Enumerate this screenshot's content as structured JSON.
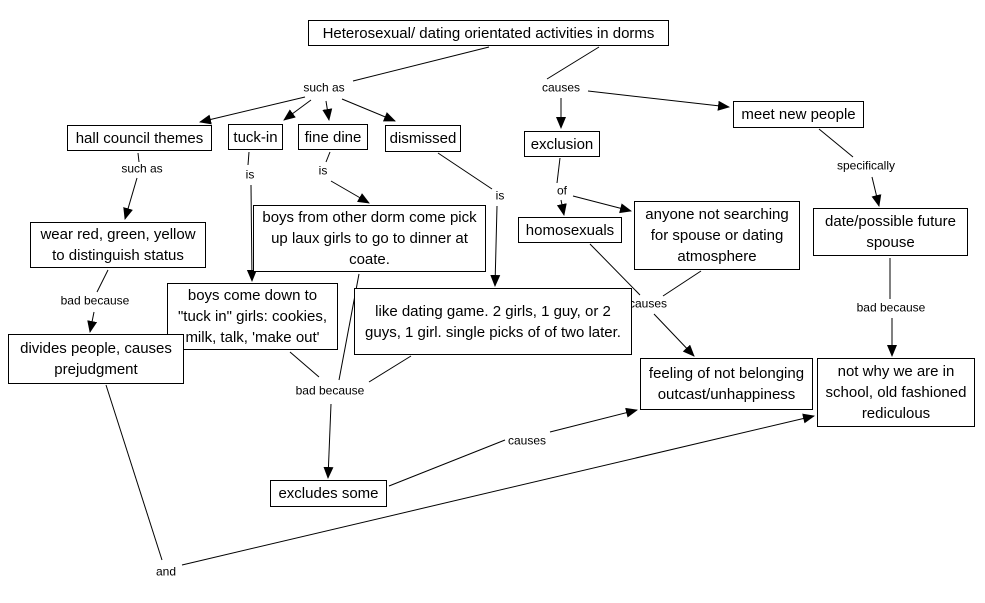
{
  "diagram": {
    "nodes": {
      "root": {
        "label": "Heterosexual/ dating orientated activities in dorms"
      },
      "hall_council": {
        "label": "hall council themes"
      },
      "tuck_in": {
        "label": "tuck-in"
      },
      "fine_dine": {
        "label": "fine dine"
      },
      "dismissed": {
        "label": "dismissed"
      },
      "exclusion": {
        "label": "exclusion"
      },
      "meet_new_people": {
        "label": "meet new people"
      },
      "wear_red": {
        "label": "wear red, green, yellow to distinguish status"
      },
      "laux": {
        "label": "boys from other dorm come pick up laux girls to go to dinner at coate."
      },
      "tuck_in_detail": {
        "label": "boys come down to \"tuck in\" girls: cookies, milk, talk, 'make out'"
      },
      "dating_game": {
        "label": "like dating game. 2 girls, 1 guy, or 2 guys, 1 girl. single picks of of two later."
      },
      "homosexuals": {
        "label": "homosexuals"
      },
      "anyone": {
        "label": "anyone not searching for spouse or dating atmosphere"
      },
      "date_spouse": {
        "label": "date/possible future spouse"
      },
      "divides": {
        "label": "divides people, causes prejudgment"
      },
      "feeling": {
        "label": "feeling of not belonging outcast/unhappiness"
      },
      "not_why": {
        "label": "not why we are in school, old fashioned rediculous"
      },
      "excludes": {
        "label": "excludes some"
      }
    },
    "edge_labels": {
      "such_as_1": "such as",
      "causes_1": "causes",
      "such_as_2": "such as",
      "is_1": "is",
      "is_2": "is",
      "is_3": "is",
      "of": "of",
      "specifically": "specifically",
      "bad_because_left": "bad because",
      "bad_because_mid": "bad because",
      "bad_because_right": "bad because",
      "causes_2": "causes",
      "causes_3": "causes",
      "and": "and"
    },
    "relations": [
      {
        "from": [
          "root"
        ],
        "label": "such as",
        "to": [
          "hall_council",
          "tuck_in",
          "fine_dine",
          "dismissed"
        ]
      },
      {
        "from": [
          "root"
        ],
        "label": "causes",
        "to": [
          "exclusion",
          "meet_new_people"
        ]
      },
      {
        "from": [
          "hall_council"
        ],
        "label": "such as",
        "to": [
          "wear_red"
        ]
      },
      {
        "from": [
          "tuck_in"
        ],
        "label": "is",
        "to": [
          "tuck_in_detail"
        ]
      },
      {
        "from": [
          "fine_dine"
        ],
        "label": "is",
        "to": [
          "laux"
        ]
      },
      {
        "from": [
          "dismissed"
        ],
        "label": "is",
        "to": [
          "dating_game"
        ]
      },
      {
        "from": [
          "exclusion"
        ],
        "label": "of",
        "to": [
          "homosexuals",
          "anyone"
        ]
      },
      {
        "from": [
          "meet_new_people"
        ],
        "label": "specifically",
        "to": [
          "date_spouse"
        ]
      },
      {
        "from": [
          "wear_red"
        ],
        "label": "bad because",
        "to": [
          "divides"
        ]
      },
      {
        "from": [
          "date_spouse"
        ],
        "label": "bad because",
        "to": [
          "not_why"
        ]
      },
      {
        "from": [
          "homosexuals",
          "anyone"
        ],
        "label": "causes",
        "to": [
          "feeling"
        ]
      },
      {
        "from": [
          "tuck_in_detail",
          "laux",
          "dating_game"
        ],
        "label": "bad because",
        "to": [
          "excludes"
        ]
      },
      {
        "from": [
          "excludes"
        ],
        "label": "causes",
        "to": [
          "feeling"
        ]
      },
      {
        "from": [
          "divides"
        ],
        "label": "and",
        "to": [
          "not_why"
        ]
      }
    ]
  }
}
